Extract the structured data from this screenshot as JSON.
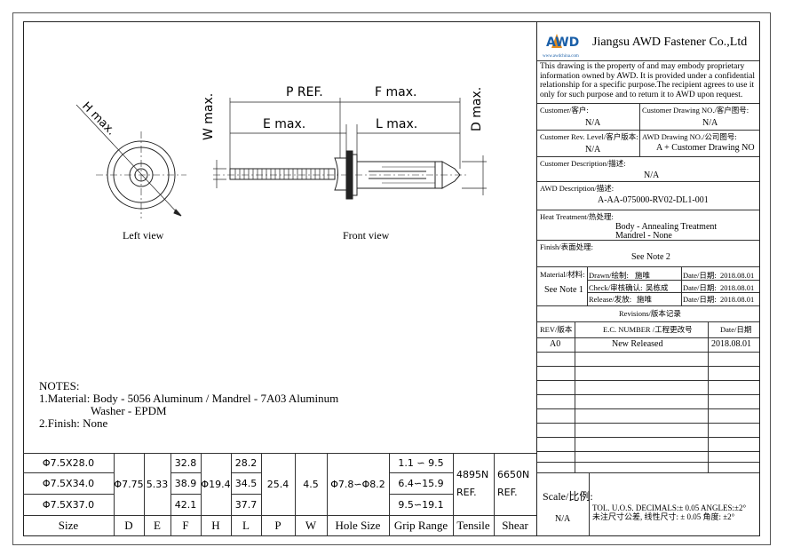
{
  "company": {
    "logo_text": "AWD",
    "logo_url": "www.awdchina.com",
    "name": "Jiangsu AWD Fastener Co.,Ltd"
  },
  "disclaimer": "This drawing is the property of and may embody proprietary information owned by AWD. It is provided under a confidential relationship for a specific purpose.The recipient agrees to use it only for such purpose and to return it to AWD upon request.",
  "title_block": {
    "customer_label": "Customer/客户:",
    "customer_value": "N/A",
    "customer_drawing_label": "Customer Drawing NO./客户图号:",
    "customer_drawing_value": "N/A",
    "customer_rev_label": "Customer Rev. Level/客户版本:",
    "customer_rev_value": "N/A",
    "awd_drawing_label": "AWD Drawing NO./公司图号:",
    "awd_drawing_value": "A + Customer Drawing NO",
    "customer_desc_label": "Customer Description/描述:",
    "customer_desc_value": "N/A",
    "awd_desc_label": "AWD Description/描述:",
    "awd_desc_value": "A-AA-075000-RV02-DL1-001",
    "heat_label": "Heat Treatment/热处理:",
    "heat_line1": "Body - Annealing Treatment",
    "heat_line2": "Mandrel - None",
    "finish_label": "Finish/表面处理:",
    "finish_value": "See Note 2",
    "material_label": "Material/材料:",
    "material_value": "See Note 1",
    "drawn_label": "Drawn/绘制:",
    "drawn_value": "施唯",
    "check_label": "Check/审核确认:",
    "check_value": "吴栋成",
    "release_label": "Release/发放:",
    "release_value": "施唯",
    "date_label": "Date/日期:",
    "date_drawn": "2018.08.01",
    "date_check": "2018.08.01",
    "date_release": "2018.08.01",
    "revisions_label": "Revisions/版本记录",
    "rev_header": "REV/版本",
    "ec_header": "E.C. NUMBER /工程更改号",
    "date_header": "Date/日期",
    "rev_rows": [
      {
        "rev": "A0",
        "ec": "New Released",
        "date": "2018.08.01"
      }
    ],
    "scale_label": "Scale/比例:",
    "scale_value": "N/A",
    "tol_en": "TOL. U.O.S. DECIMALS:± 0.05 ANGLES:±2°",
    "tol_cn": "未注尺寸公差, 线性尺寸: ± 0.05 角度: ±2°"
  },
  "drawing": {
    "left_view_label": "Left view",
    "front_view_label": "Front view",
    "dim_h": "H max.",
    "dim_w": "W max.",
    "dim_p": "P REF.",
    "dim_f": "F max.",
    "dim_e": "E max.",
    "dim_l": "L max.",
    "dim_d": "D max."
  },
  "notes": {
    "title": "NOTES:",
    "line1": "1.Material: Body - 5056 Aluminum / Mandrel - 7A03 Aluminum",
    "line2": "Washer - EPDM",
    "line3": "2.Finish: None"
  },
  "spec_table": {
    "headers": [
      "Size",
      "D",
      "E",
      "F",
      "H",
      "L",
      "P",
      "W",
      "Hole Size",
      "Grip Range",
      "Tensile",
      "Shear"
    ],
    "sizes": [
      "Φ7.5X28.0",
      "Φ7.5X34.0",
      "Φ7.5X37.0"
    ],
    "D": "Φ7.75",
    "E": "5.33",
    "F": [
      "32.8",
      "38.9",
      "42.1"
    ],
    "H": "Φ19.4",
    "L": [
      "28.2",
      "34.5",
      "37.7"
    ],
    "P": "25.4",
    "W": "4.5",
    "hole": "Φ7.8∽Φ8.2",
    "grip": [
      "1.1 ∽ 9.5",
      "6.4∽15.9",
      "9.5∽19.1"
    ],
    "tensile": "4895N REF.",
    "shear": "6650N REF."
  }
}
